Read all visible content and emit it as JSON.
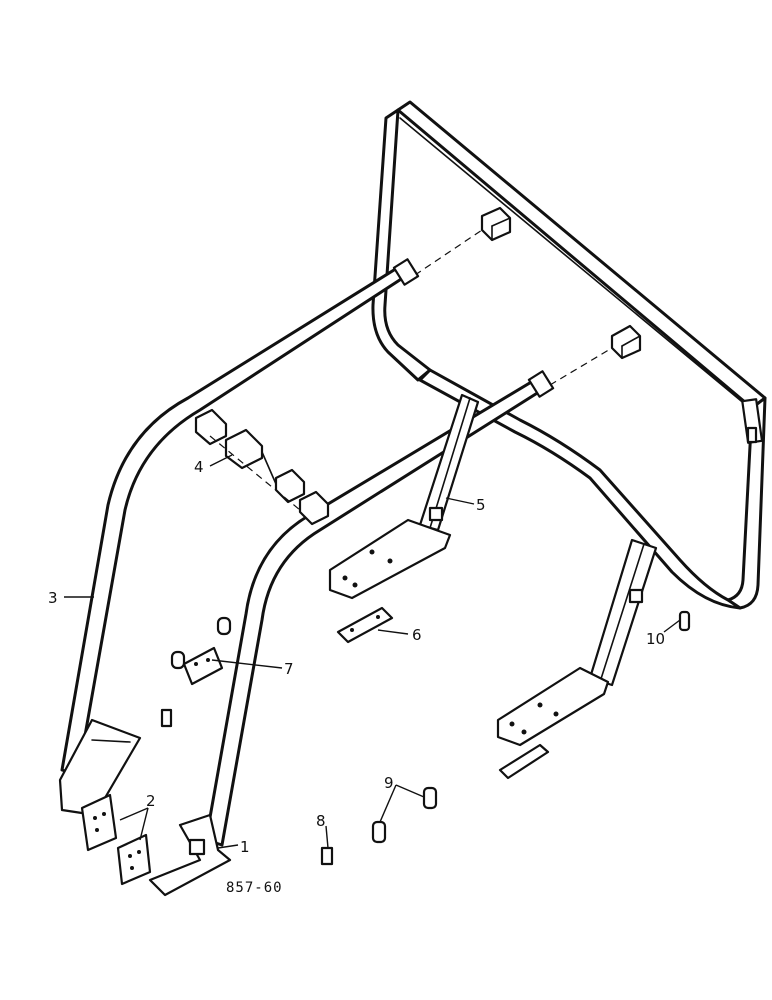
{
  "diagram": {
    "callouts": [
      "1",
      "2",
      "3",
      "4",
      "5",
      "6",
      "7",
      "8",
      "9",
      "10"
    ],
    "figure_id": "857-60"
  },
  "colors": {
    "line": "#111111",
    "background": "#ffffff"
  }
}
